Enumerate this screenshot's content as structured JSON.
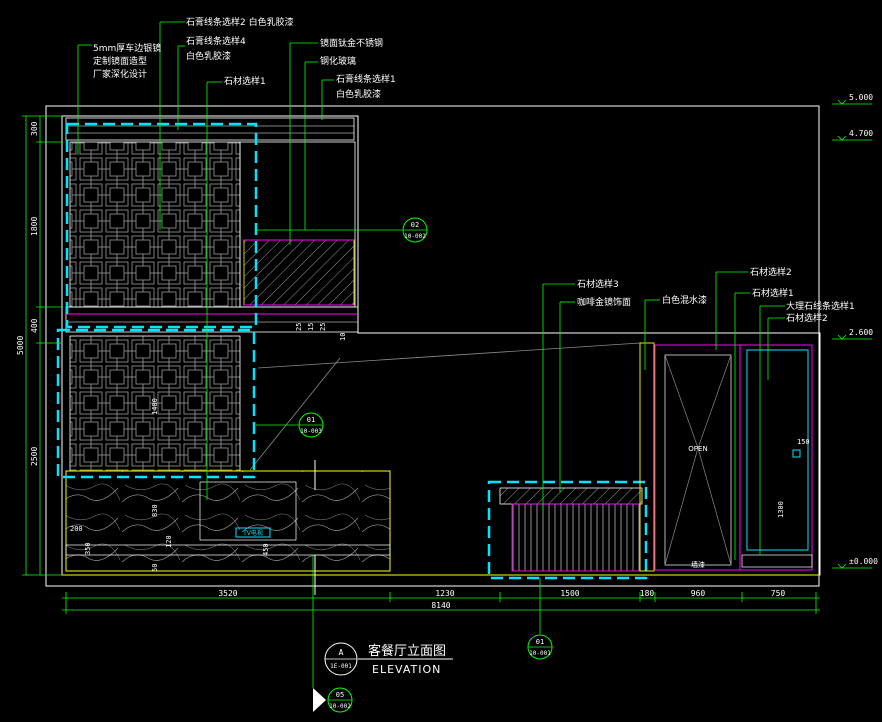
{
  "colors": {
    "bg": "#000000",
    "white": "#ffffff",
    "yellow": "#ffff00",
    "green": "#00ff00",
    "cyan": "#00e5ff",
    "magenta": "#ff00ff",
    "gray": "#8a8a8a"
  },
  "callouts": {
    "c1": "石膏线条选样2 白色乳胶漆",
    "c2a": "石膏线条选样4",
    "c2b": "白色乳胶漆",
    "c3a": "5mm厚车边银镜",
    "c3b": "定制镜面造型",
    "c3c": "厂家深化设计",
    "c4": "石材选样1",
    "c5": "镜面钛金不锈钢",
    "c6": "钢化玻璃",
    "c7a": "石膏线条选样1",
    "c7b": "白色乳胶漆",
    "c8": "石材选样3",
    "c9": "咖啡金镜饰面",
    "c10": "白色混水漆",
    "c11": "石材选样2",
    "c12": "石材选样1",
    "c13": "大理石线条选样1",
    "c14": "石材选样2"
  },
  "levels": {
    "l1": "5.000",
    "l2": "4.700",
    "l3": "2.600",
    "l4": "±0.000"
  },
  "vdims": {
    "d1": "300",
    "d2": "1800",
    "d3": "400",
    "d4": "2500",
    "d5": "5000"
  },
  "hdims": {
    "h1": "3520",
    "h2": "1230",
    "h3": "1500",
    "h4": "180",
    "h5": "960",
    "h6": "750",
    "total": "8140"
  },
  "inner_dims": {
    "a": "25",
    "b": "15",
    "c": "25",
    "d": "10",
    "e": "1400",
    "f": "830",
    "g": "120",
    "h": "450",
    "i": "50",
    "j": "200",
    "k": "350",
    "l": "150",
    "m": "1300"
  },
  "tags": {
    "tv": "TV电视",
    "open": "OPEN",
    "door": "墙漆"
  },
  "markers": {
    "m1_top": "02",
    "m1_bot": "10-002",
    "m2_top": "01",
    "m2_bot": "10-003",
    "m3_top": "01",
    "m3_bot": "10-001",
    "m4_top": "05",
    "m4_bot": "10-002",
    "title_top": "A",
    "title_bot": "1E-001"
  },
  "title": {
    "cn": "客餐厅立面图",
    "en": "ELEVATION"
  }
}
